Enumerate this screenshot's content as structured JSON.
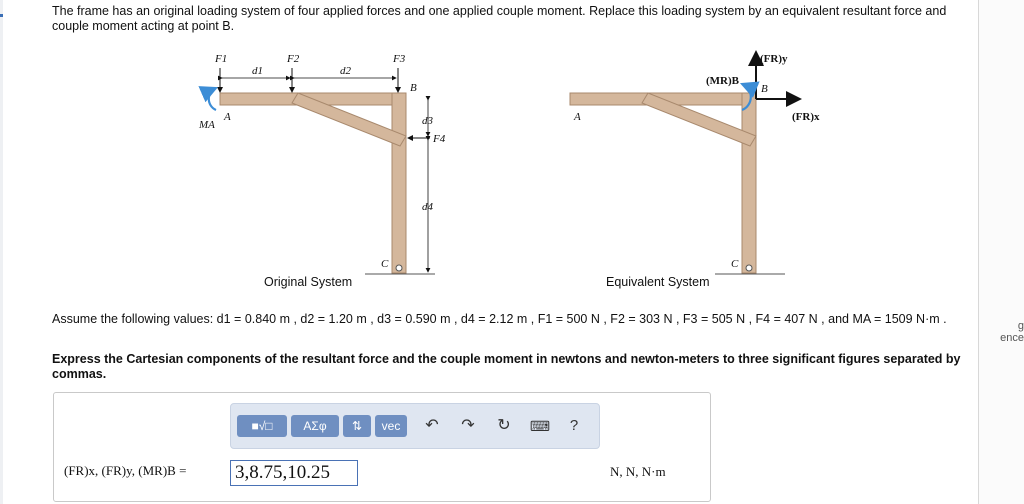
{
  "problem": {
    "intro": "The frame has an original loading system of four applied forces and one applied couple moment. Replace this loading system by an equivalent resultant force and couple moment acting at point B."
  },
  "figure": {
    "original": {
      "caption": "Original System",
      "labels": {
        "F1": "F1",
        "F2": "F2",
        "F3": "F3",
        "F4": "F4",
        "d1": "d1",
        "d2": "d2",
        "d3": "d3",
        "d4": "d4",
        "A": "A",
        "B": "B",
        "C": "C",
        "MA": "MA"
      }
    },
    "equivalent": {
      "caption": "Equivalent System",
      "labels": {
        "FRy": "(FR)y",
        "FRx": "(FR)x",
        "MRB": "(MR)B",
        "A": "A",
        "B": "B",
        "C": "C"
      }
    }
  },
  "assumptions": "Assume the following values: d1 = 0.840 m , d2 = 1.20 m , d3 = 0.590 m , d4 = 2.12 m , F1 = 500 N , F2 = 303 N , F3 = 505 N , F4 = 407 N , and MA = 1509 N·m .",
  "instruction": "Express the Cartesian components of the resultant force and the couple moment in newtons and newton-meters to three significant figures separated by commas.",
  "answer": {
    "label": "(FR)x, (FR)y, (MR)B =",
    "value": "3,8.75,10.25",
    "units": "N, N, N·m"
  },
  "toolbar": {
    "template_label": "■√□",
    "greek_label": "ΑΣφ",
    "sort_label": "⇅",
    "vec_label": "vec",
    "undo_icon": "undo-icon",
    "redo_icon": "redo-icon",
    "reset_icon": "reset-icon",
    "keyboard_icon": "keyboard-icon",
    "help_label": "?"
  },
  "side_peek": {
    "line1": "g",
    "line2": "ence"
  }
}
